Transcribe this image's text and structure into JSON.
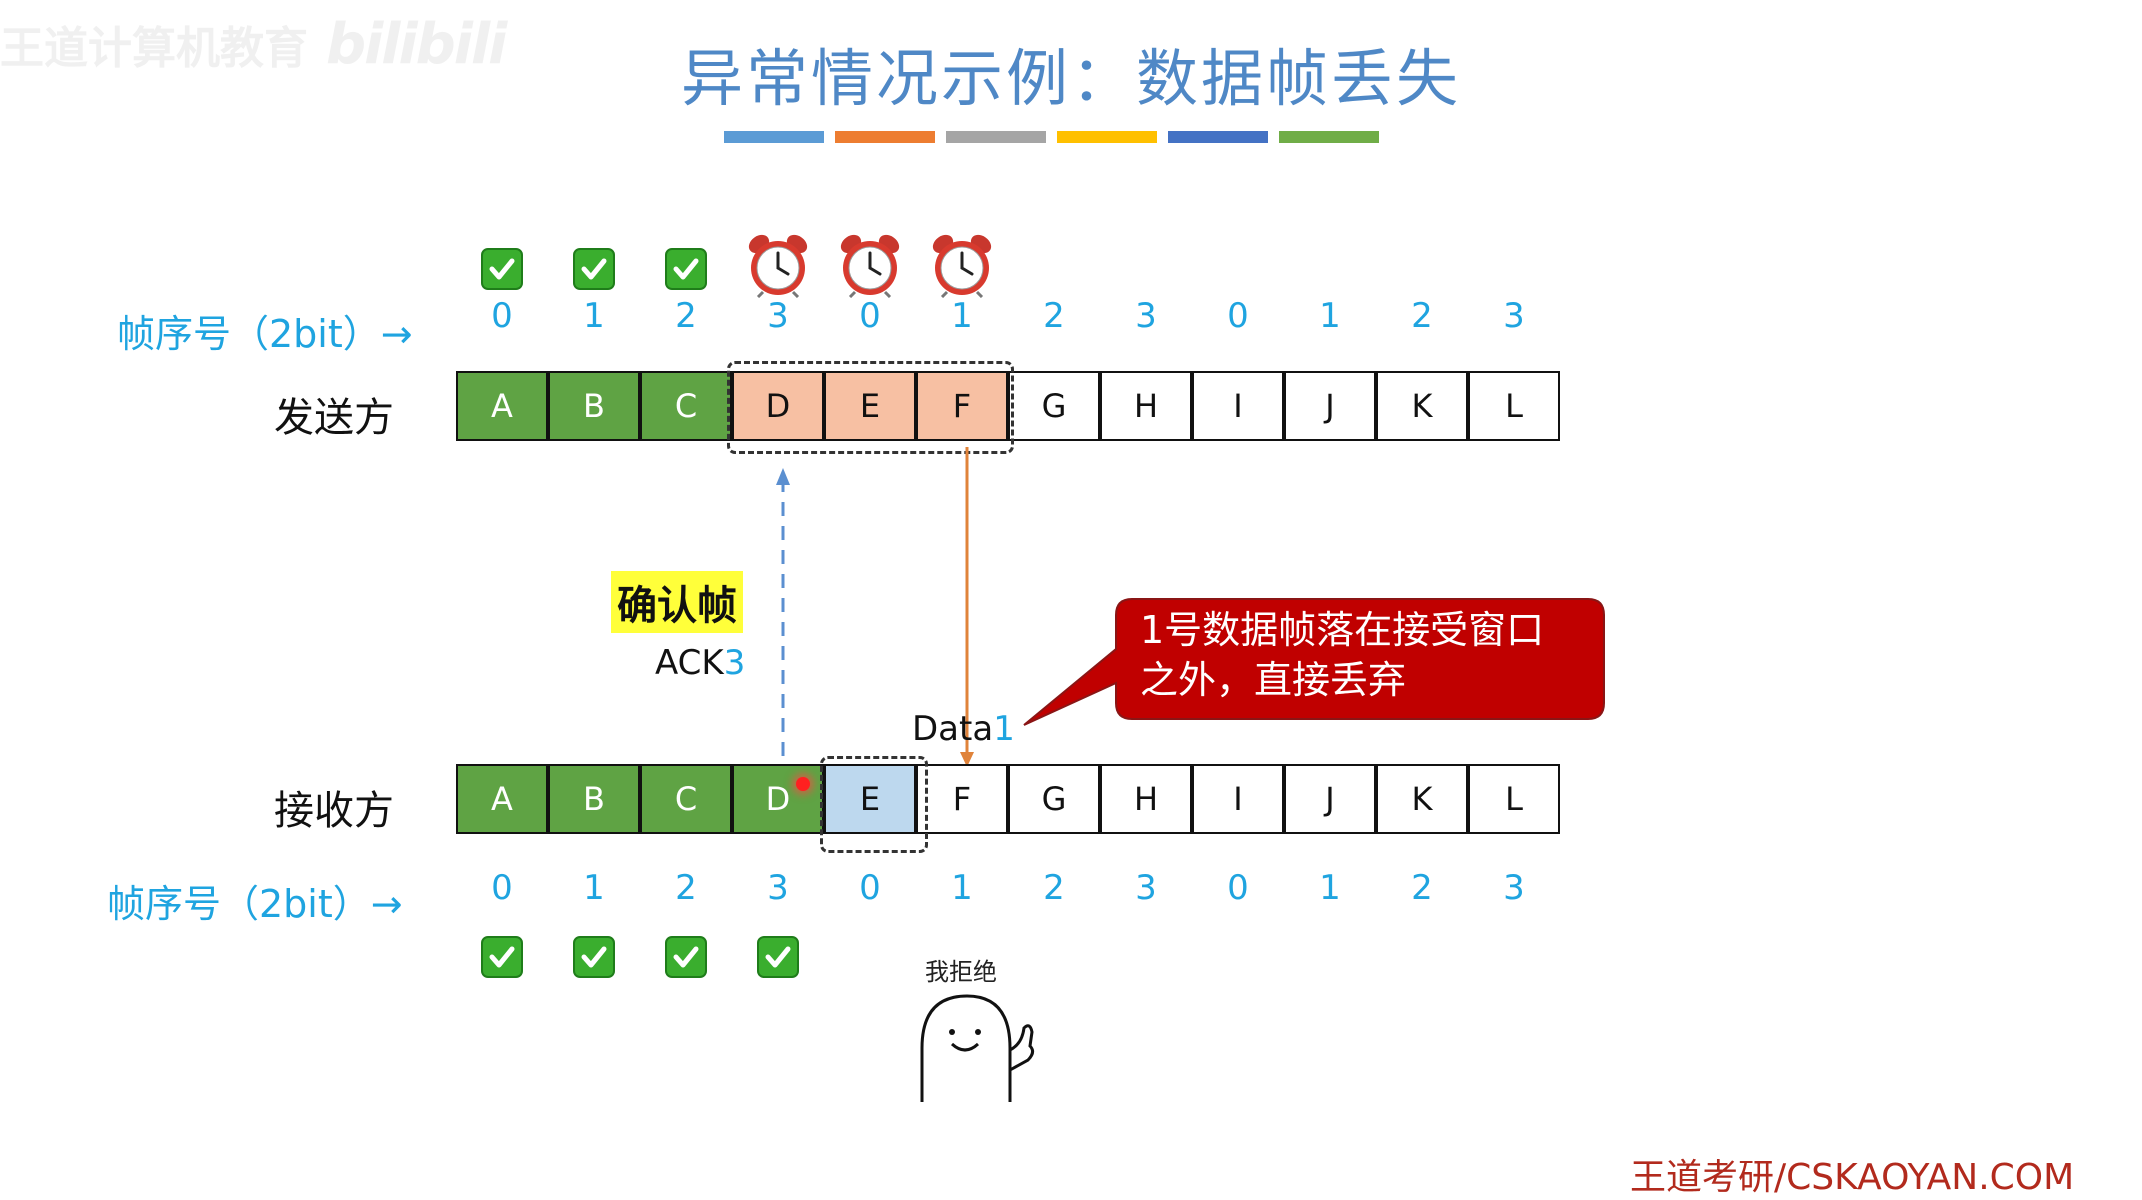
{
  "watermark": {
    "text": "王道计算机教育",
    "brand": "bilibili"
  },
  "title": "异常情况示例：数据帧丢失",
  "color_bar": [
    "#5b9bd5",
    "#ed7d31",
    "#a5a5a5",
    "#ffc000",
    "#4472c4",
    "#70ad47"
  ],
  "sender": {
    "label": "发送方",
    "seq_label": "帧序号（2bit）→",
    "frames": [
      "A",
      "B",
      "C",
      "D",
      "E",
      "F",
      "G",
      "H",
      "I",
      "J",
      "K",
      "L"
    ],
    "seq": [
      "0",
      "1",
      "2",
      "3",
      "0",
      "1",
      "2",
      "3",
      "0",
      "1",
      "2",
      "3"
    ],
    "acked": 3,
    "window": [
      3,
      4,
      5
    ],
    "status_icons": [
      "check-icon",
      "check-icon",
      "check-icon",
      "alarm-clock-icon",
      "alarm-clock-icon",
      "alarm-clock-icon"
    ]
  },
  "receiver": {
    "label": "接收方",
    "seq_label": "帧序号（2bit）→",
    "frames": [
      "A",
      "B",
      "C",
      "D",
      "E",
      "F",
      "G",
      "H",
      "I",
      "J",
      "K",
      "L"
    ],
    "seq": [
      "0",
      "1",
      "2",
      "3",
      "0",
      "1",
      "2",
      "3",
      "0",
      "1",
      "2",
      "3"
    ],
    "received": 4,
    "window": [
      4
    ],
    "status_icons": [
      "check-icon",
      "check-icon",
      "check-icon",
      "check-icon"
    ]
  },
  "ack_frame": {
    "tag": "确认帧",
    "prefix": "ACK",
    "num": "3"
  },
  "data_frame": {
    "prefix": "Data",
    "num": "1"
  },
  "callout": {
    "text": "1号数据帧落在接受窗口之外，直接丢弃"
  },
  "meme": {
    "text": "我拒绝"
  },
  "footer": "王道考研/CSKAOYAN.COM",
  "colors": {
    "title": "#4f88c6",
    "green": "#5fa344",
    "peach": "#f7c0a3",
    "light_blue": "#bdd8ee",
    "seq_number": "#1fa4e0",
    "callout": "#c00000",
    "data_arrow": "#e0833a",
    "ack_arrow": "#5b8fd0"
  }
}
